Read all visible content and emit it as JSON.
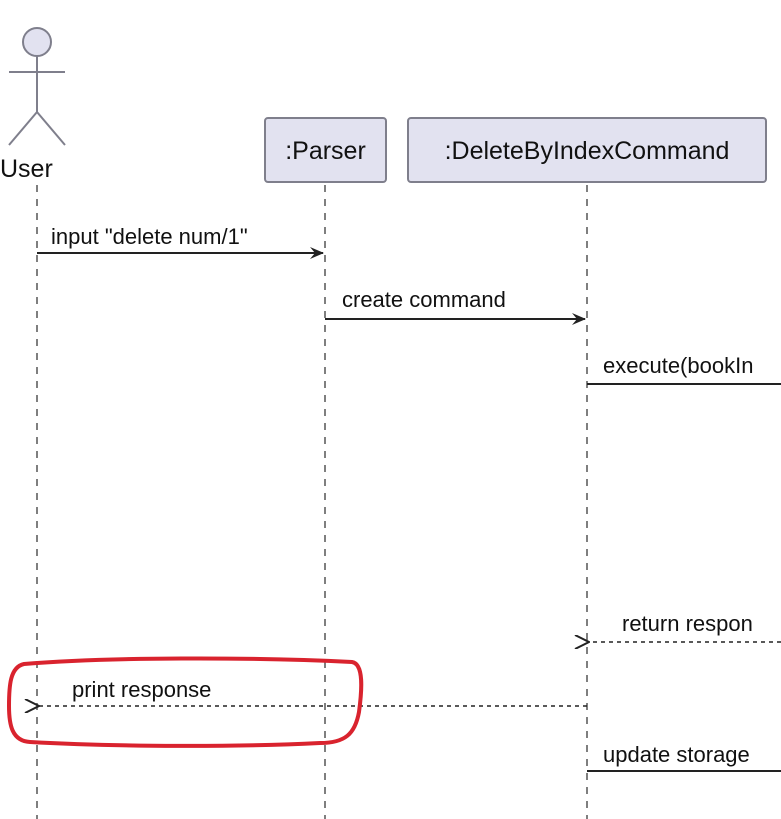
{
  "diagram": {
    "type": "sequence",
    "actor": {
      "label": "User"
    },
    "participants": [
      {
        "label": ":Parser"
      },
      {
        "label": ":DeleteByIndexCommand"
      }
    ],
    "messages": [
      {
        "label": "input \"delete num/1\"",
        "kind": "sync"
      },
      {
        "label": "create command",
        "kind": "sync"
      },
      {
        "label": "execute(bookIn",
        "kind": "sync-outgoing"
      },
      {
        "label": "return respon",
        "kind": "return-incoming"
      },
      {
        "label": "print response",
        "kind": "return"
      },
      {
        "label": "update storage",
        "kind": "sync-outgoing"
      }
    ],
    "colors": {
      "participant_fill": "#e2e2f0",
      "participant_stroke": "#7f7f8c",
      "lifeline": "#555555",
      "arrow": "#222222",
      "highlight": "#d9232e"
    }
  }
}
